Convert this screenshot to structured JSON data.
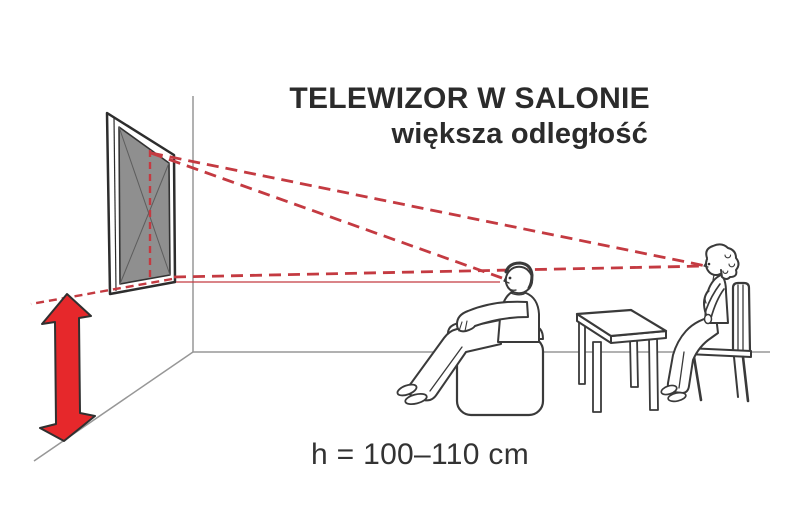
{
  "header": {
    "title": "TELEWIZOR W SALONIE",
    "subtitle": "większa odległość"
  },
  "annotation": {
    "height_label": "h = 100–110 cm"
  },
  "colors": {
    "background": "#ffffff",
    "text": "#2b2b2b",
    "sight_line_red": "#c43a41",
    "arrow_red": "#e6282b",
    "arrow_outline": "#303030",
    "line_art": "#3a3a3a",
    "wall_line": "#979797",
    "tv_screen_gray": "#8f8f8f"
  },
  "diagram": {
    "elements": [
      "tv-on-wall",
      "tv-center-dashed-line",
      "sight-lines-to-viewers",
      "tv-height-range-arrow",
      "viewer-man-on-armchair",
      "viewer-woman-on-dining-chair",
      "dining-table",
      "room-corner-lines"
    ]
  }
}
